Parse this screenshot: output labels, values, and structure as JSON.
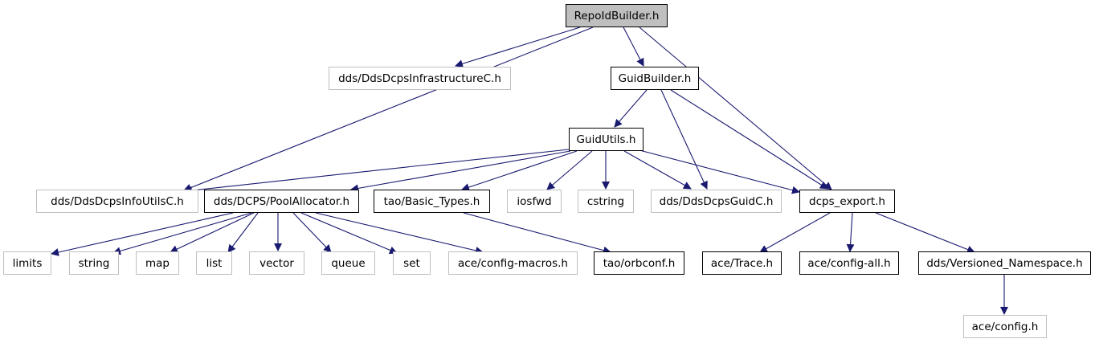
{
  "colors": {
    "edge": "#191970",
    "root_fill": "#bfbfbf",
    "documented_border": "#000000",
    "external_border": "#bfbfbf"
  },
  "nodes": {
    "repoidbuilder": "RepoIdBuilder.h",
    "infrastructure": "dds/DdsDcpsInfrastructureC.h",
    "guidbuilder": "GuidBuilder.h",
    "guidutils": "GuidUtils.h",
    "infoutils": "dds/DdsDcpsInfoUtilsC.h",
    "poolallocator": "dds/DCPS/PoolAllocator.h",
    "basictypes": "tao/Basic_Types.h",
    "iosfwd": "iosfwd",
    "cstring": "cstring",
    "guidc": "dds/DdsDcpsGuidC.h",
    "dcpsexport": "dcps_export.h",
    "limits": "limits",
    "string": "string",
    "map": "map",
    "list": "list",
    "vector": "vector",
    "queue": "queue",
    "set": "set",
    "configmacros": "ace/config-macros.h",
    "orbconf": "tao/orbconf.h",
    "trace": "ace/Trace.h",
    "configall": "ace/config-all.h",
    "versioned": "dds/Versioned_Namespace.h",
    "config": "ace/config.h"
  },
  "edges": [
    [
      "repoidbuilder",
      "infrastructure"
    ],
    [
      "repoidbuilder",
      "guidbuilder"
    ],
    [
      "repoidbuilder",
      "infoutils"
    ],
    [
      "repoidbuilder",
      "dcpsexport"
    ],
    [
      "guidbuilder",
      "guidutils"
    ],
    [
      "guidbuilder",
      "guidc"
    ],
    [
      "guidbuilder",
      "dcpsexport"
    ],
    [
      "guidutils",
      "infoutils"
    ],
    [
      "guidutils",
      "poolallocator"
    ],
    [
      "guidutils",
      "basictypes"
    ],
    [
      "guidutils",
      "iosfwd"
    ],
    [
      "guidutils",
      "cstring"
    ],
    [
      "guidutils",
      "guidc"
    ],
    [
      "guidutils",
      "dcpsexport"
    ],
    [
      "poolallocator",
      "limits"
    ],
    [
      "poolallocator",
      "string"
    ],
    [
      "poolallocator",
      "map"
    ],
    [
      "poolallocator",
      "list"
    ],
    [
      "poolallocator",
      "vector"
    ],
    [
      "poolallocator",
      "queue"
    ],
    [
      "poolallocator",
      "set"
    ],
    [
      "poolallocator",
      "configmacros"
    ],
    [
      "basictypes",
      "orbconf"
    ],
    [
      "dcpsexport",
      "trace"
    ],
    [
      "dcpsexport",
      "configall"
    ],
    [
      "dcpsexport",
      "versioned"
    ],
    [
      "versioned",
      "config"
    ]
  ]
}
